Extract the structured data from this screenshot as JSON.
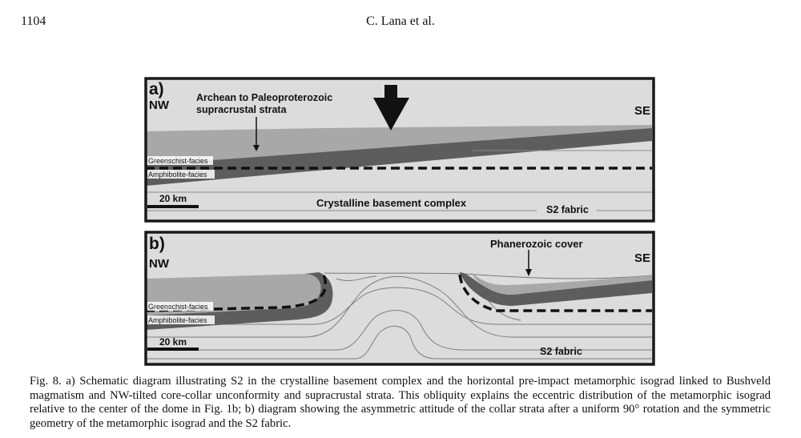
{
  "header": {
    "page_number": "1104",
    "running_head": "C. Lana et al."
  },
  "panel_a": {
    "label": "a)",
    "nw": "NW",
    "se": "SE",
    "strata_label_line1": "Archean to Paleoproterozoic",
    "strata_label_line2": "supracrustal strata",
    "greenschist": "Greenschist-facies",
    "amphibolite": "Amphibolite-facies",
    "scale": "20 km",
    "basement": "Crystalline basement complex",
    "fabric": "S2 fabric"
  },
  "panel_b": {
    "label": "b)",
    "nw": "NW",
    "se": "SE",
    "cover": "Phanerozoic cover",
    "greenschist": "Greenschist-facies",
    "amphibolite": "Amphibolite-facies",
    "scale": "20 km",
    "fabric": "S2 fabric"
  },
  "caption": "Fig. 8. a) Schematic diagram illustrating S2 in the crystalline basement complex and the horizontal pre-impact metamorphic isograd linked to Bushveld magmatism and NW-tilted core-collar unconformity and supracrustal strata. This obliquity explains the eccentric distribution of the metamorphic isograd relative to the center of the dome in Fig. 1b; b) diagram showing the asymmetric attitude of the collar strata after a uniform 90° rotation and the symmetric geometry of the metamorphic isograd and the S2 fabric.",
  "colors": {
    "basement": "#dcdcdc",
    "light_strata": "#a8a8a8",
    "dark_strata": "#5d5d5d",
    "frame": "#1a1a1a"
  }
}
